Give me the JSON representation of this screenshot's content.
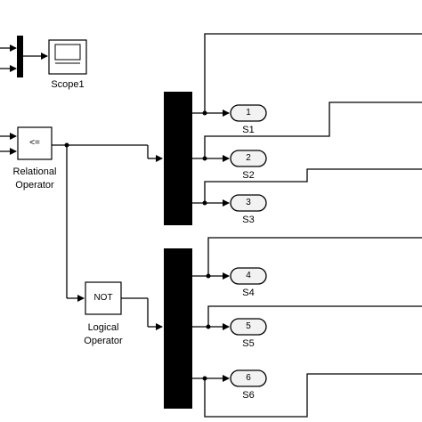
{
  "blocks": {
    "scope": {
      "label": "Scope1"
    },
    "relational_operator": {
      "symbol": "<=",
      "label_line1": "Relational",
      "label_line2": "Operator"
    },
    "logical_operator": {
      "symbol": "NOT",
      "label_line1": "Logical",
      "label_line2": "Operator"
    }
  },
  "outports": [
    {
      "number": "1",
      "label": "S1"
    },
    {
      "number": "2",
      "label": "S2"
    },
    {
      "number": "3",
      "label": "S3"
    },
    {
      "number": "4",
      "label": "S4"
    },
    {
      "number": "5",
      "label": "S5"
    },
    {
      "number": "6",
      "label": "S6"
    }
  ],
  "colors": {
    "line": "#000000",
    "block_fill": "#ffffff",
    "mux_fill": "#000000",
    "port_fill": "#f2f2f2"
  }
}
